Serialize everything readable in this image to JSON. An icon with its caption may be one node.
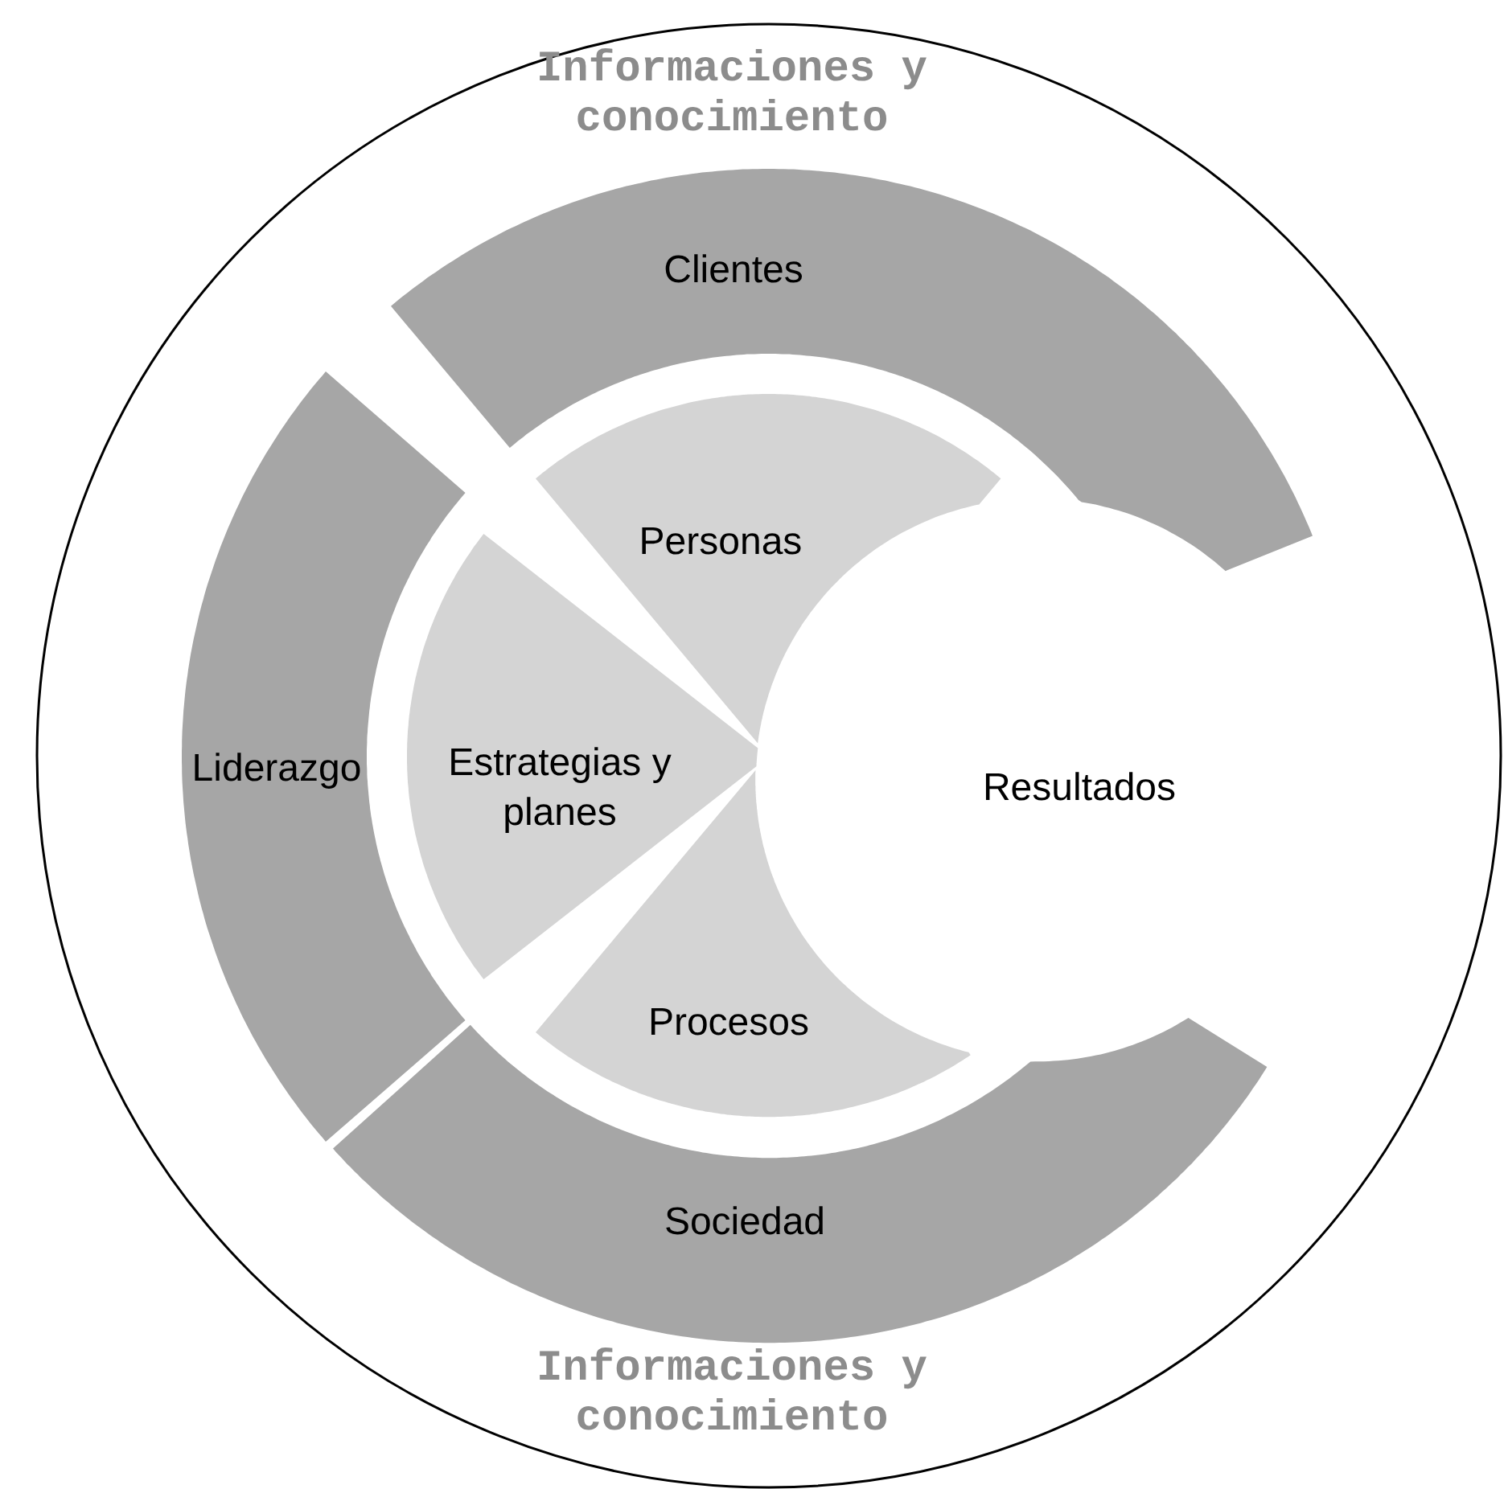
{
  "diagram": {
    "nodes": [
      {
        "text": [
          "Informaciones y conocimiento",
          "Informaciones y conocimiento"
        ]
      },
      {
        "text": [
          "Clientes"
        ],
        "in": 0
      },
      {
        "text": [
          "Personas"
        ],
        "in": 0
      },
      {
        "text": [
          "Liderazgo"
        ],
        "in": 0
      },
      {
        "text": [
          "Estrategias y planes"
        ],
        "in": 0
      },
      {
        "text": [
          "Resultados"
        ],
        "in": 0
      },
      {
        "text": [
          "Procesos"
        ],
        "in": 0
      },
      {
        "text": [
          "Sociedad"
        ],
        "in": 0
      }
    ]
  }
}
